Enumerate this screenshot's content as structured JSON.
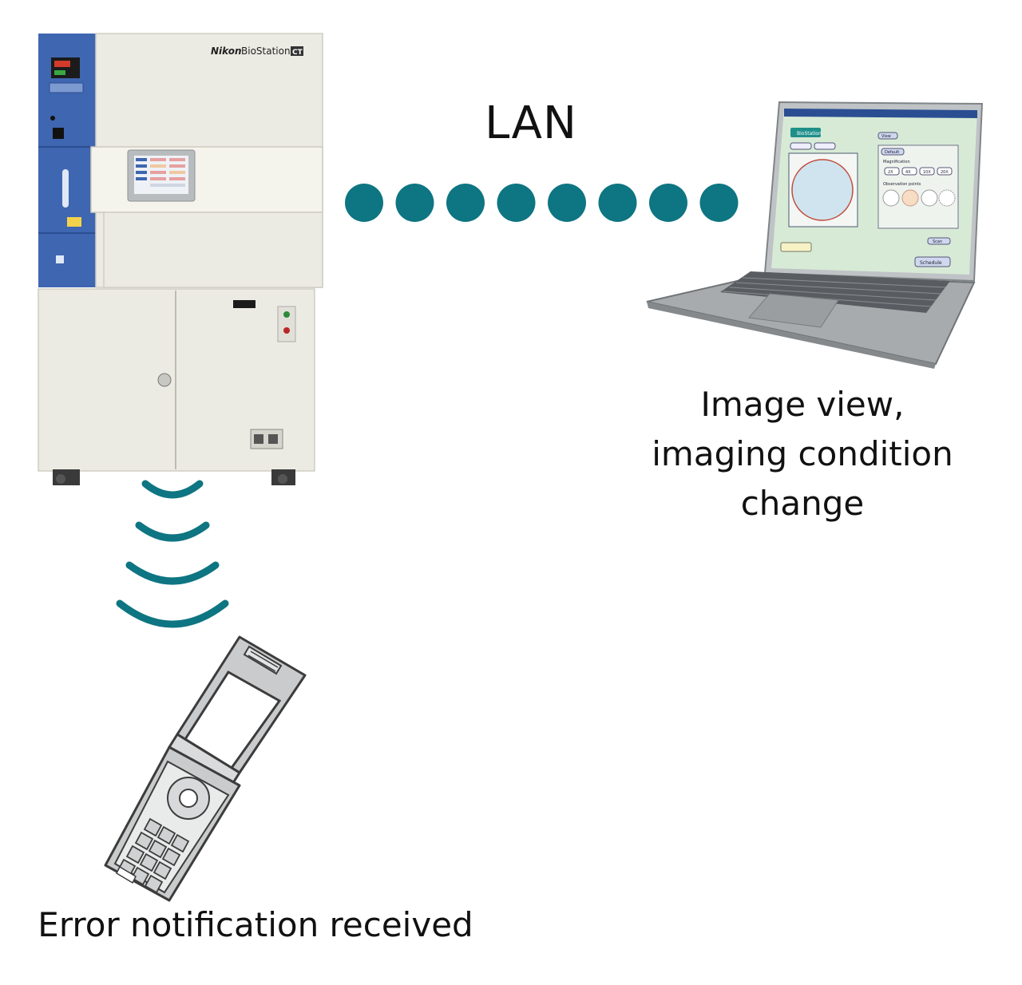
{
  "labels": {
    "lan": "LAN",
    "laptop_line1": "Image view,",
    "laptop_line2": "imaging condition",
    "laptop_line3": "change",
    "phone": "Error notification received"
  },
  "device": {
    "brand": "Nikon",
    "model": "BioStation",
    "model_badge": "CT"
  },
  "laptop_screen": {
    "app_title": "BioStation",
    "button_view": "View",
    "button_default": "Default",
    "magnification_label": "Magnification",
    "magnifications": [
      "2X",
      "4X",
      "10X",
      "20X"
    ],
    "observation_label": "Observation points",
    "button_scan": "Scan",
    "button_schedule": "Schedule"
  },
  "colors": {
    "accent": "#0e7582",
    "incubator_blue": "#3f66b0",
    "cabinet": "#ecebe3",
    "phone_gray": "#c9cbcc"
  },
  "lan_dot_count": 8,
  "signal_arc_count": 4
}
